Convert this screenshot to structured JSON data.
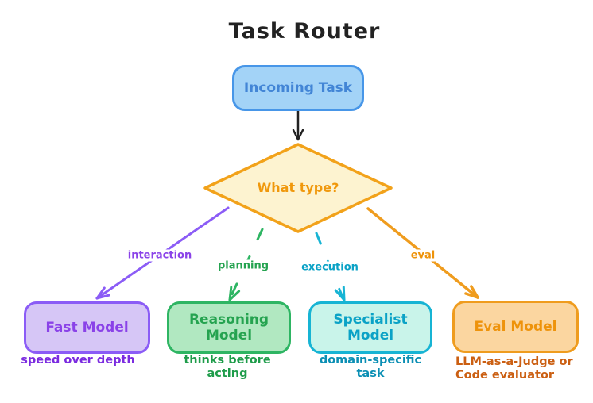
{
  "title": "Task Router",
  "colors": {
    "ink": "#222222",
    "blue_fill": "#a3d3f7",
    "blue_stroke": "#4796e8",
    "blue_text": "#4285d6",
    "amber_fill": "#fdf3d0",
    "amber_stroke": "#f2a21a",
    "amber_text": "#f0980c",
    "purple_fill": "#d6c6f6",
    "purple_stroke": "#8b5cf6",
    "purple_text": "#8a42e8",
    "purple_caption": "#7b2be0",
    "green_fill": "#b1e8c1",
    "green_stroke": "#2eb563",
    "green_text": "#25a350",
    "green_caption": "#1e9c4a",
    "cyan_fill": "#c9f4ea",
    "cyan_stroke": "#17b4d4",
    "cyan_text": "#0aa2c6",
    "cyan_caption": "#0b8fb4",
    "orange_fill": "#fbd6a0",
    "orange_stroke": "#ef9c1e",
    "orange_text": "#ee930b",
    "orange_caption": "#cb5f12"
  },
  "flow": {
    "incoming": {
      "label": "Incoming Task"
    },
    "decision": {
      "label": "What type?"
    },
    "branches": [
      {
        "edge_label": "interaction",
        "node_label": "Fast Model",
        "caption": "speed over depth"
      },
      {
        "edge_label": "planning",
        "node_label": "Reasoning Model",
        "caption": "thinks before acting"
      },
      {
        "edge_label": "execution",
        "node_label": "Specialist Model",
        "caption": "domain-specific task"
      },
      {
        "edge_label": "eval",
        "node_label": "Eval Model",
        "caption": "LLM-as-a-Judge or Code evaluator"
      }
    ]
  }
}
